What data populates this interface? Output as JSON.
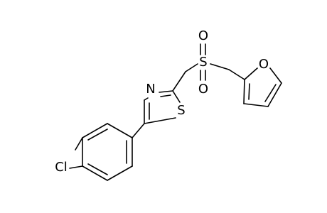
{
  "molecule": {
    "atoms": {
      "cl": "Cl",
      "n": "N",
      "s_thiazole": "S",
      "s_sulfonyl": "S",
      "o_sulfonyl_top": "O",
      "o_sulfonyl_bottom": "O",
      "o_furan": "O"
    }
  }
}
